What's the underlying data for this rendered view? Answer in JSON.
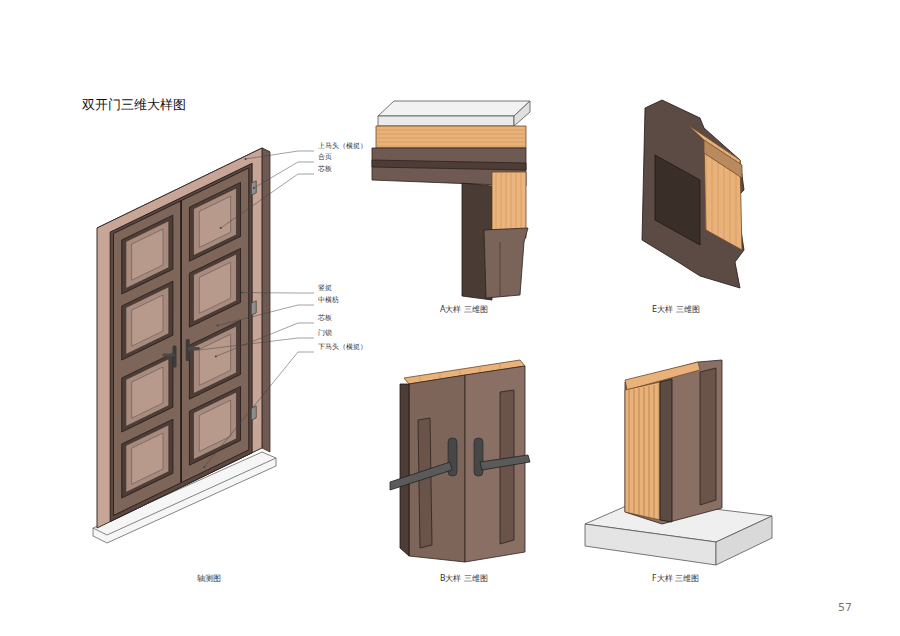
{
  "diagram": {
    "title": "双开门三维大样图",
    "labels": [
      "上马头（横挺）",
      "合页",
      "芯板",
      "竖挺",
      "中横枋",
      "芯板",
      "门锁",
      "下马头（横挺）",
      "轴测图",
      "A大样 三维图",
      "E大样 三维图",
      "B大样 三维图",
      "F大样 三维图",
      "57"
    ]
  }
}
